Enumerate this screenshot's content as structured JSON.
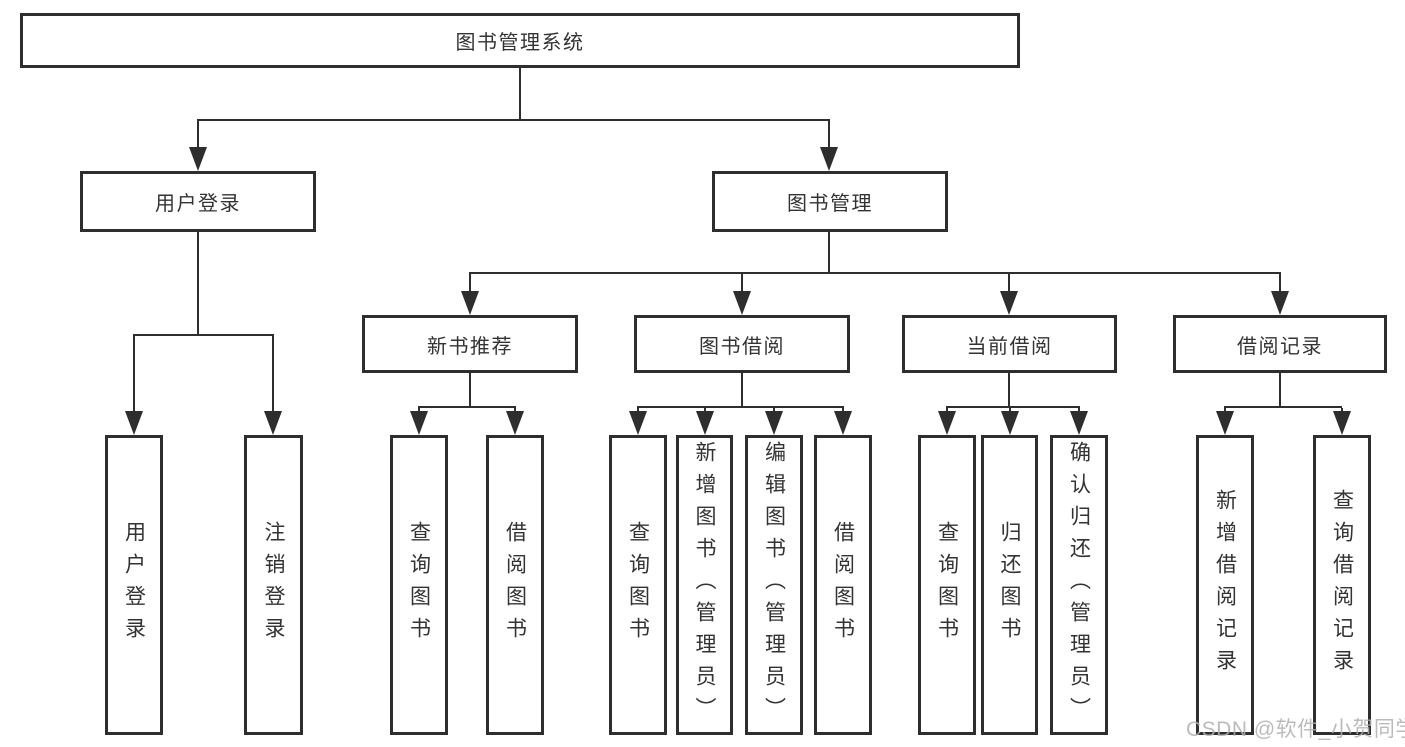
{
  "tree": {
    "root": {
      "label": "图书管理系统"
    },
    "branches": [
      {
        "label": "用户登录",
        "children": [
          {
            "label": "用户登录"
          },
          {
            "label": "注销登录"
          }
        ]
      },
      {
        "label": "图书管理",
        "children": [
          {
            "label": "新书推荐",
            "children": [
              {
                "label": "查询图书"
              },
              {
                "label": "借阅图书"
              }
            ]
          },
          {
            "label": "图书借阅",
            "children": [
              {
                "label": "查询图书"
              },
              {
                "label": "新增图书（管理员）"
              },
              {
                "label": "编辑图书（管理员）"
              },
              {
                "label": "借阅图书"
              }
            ]
          },
          {
            "label": "当前借阅",
            "children": [
              {
                "label": "查询图书"
              },
              {
                "label": "归还图书"
              },
              {
                "label": "确认归还（管理员）"
              }
            ]
          },
          {
            "label": "借阅记录",
            "children": [
              {
                "label": "新增借阅记录"
              },
              {
                "label": "查询借阅记录"
              }
            ]
          }
        ]
      }
    ]
  },
  "watermark": {
    "text": "CSDN @软件_小贺同学"
  },
  "colors": {
    "line": "#2e2e2e",
    "text": "#333333",
    "background": "#ffffff",
    "watermark": "#b0b0b0"
  }
}
